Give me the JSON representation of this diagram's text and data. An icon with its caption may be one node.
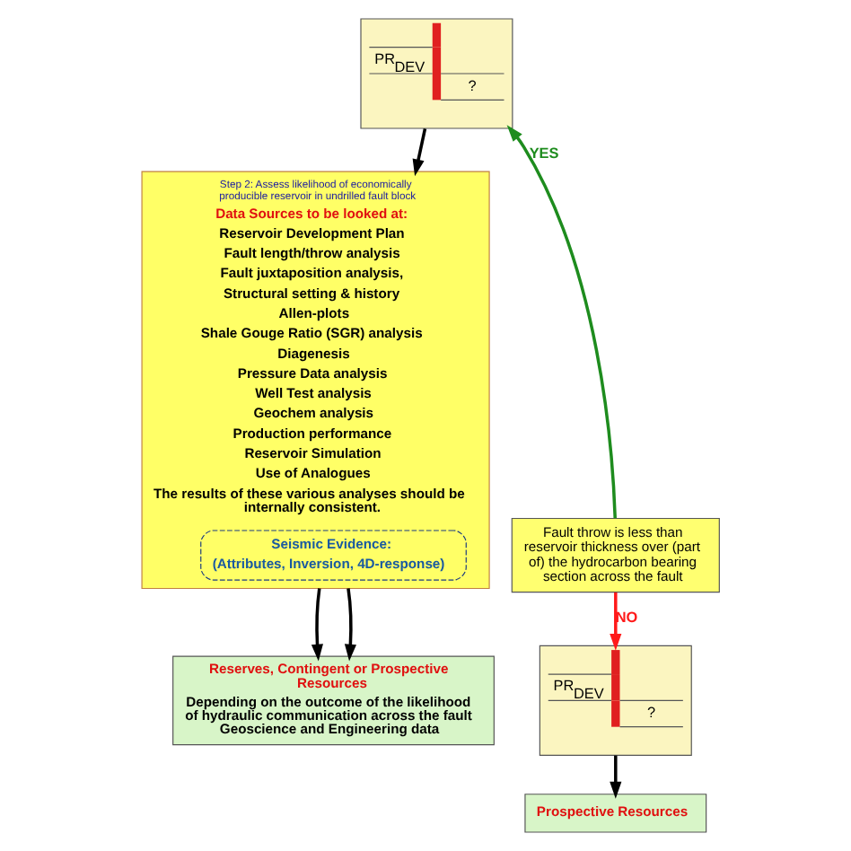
{
  "diagram": {
    "nodes": [
      {
        "text": [
          "PR$_{DEV}$",
          "?"
        ]
      },
      {
        "text": [
          "Step 2: Assess likelihood of economically producible reservoir in undrilled fault block",
          "Data Sources to be looked at:",
          "Reservoir Development Plan",
          "Fault length/throw analysis",
          "Fault juxtaposition analysis,",
          "Structural setting & history",
          "Allen-plots",
          "Shale Gouge Ratio (SGR) analysis",
          "Diagenesis",
          "Pressure Data analysis",
          "Well Test analysis",
          "Geochem analysis",
          "Production performance",
          "Reservoir Simulation",
          "Use of Analogues",
          "The results of these various analyses should be internally consistent."
        ]
      },
      {
        "text": [
          "Seismic Evidence:",
          "(Attributes, Inversion, 4D-response)"
        ],
        "in": 1
      },
      {
        "text": [
          "Fault throw is less than reservoir thickness over (part of) the hydrocarbon bearing section across the fault"
        ]
      },
      {
        "text": [
          "PR$_{DEV}$",
          "?"
        ]
      },
      {
        "text": [
          "Prospective Resources"
        ]
      },
      {
        "text": [
          "Reserves, Contingent or Prospective Resources",
          "Depending on the outcome of the likelihood of hydraulic communication across the fault Geoscience and Engineering data"
        ]
      }
    ],
    "edges": [
      {
        "from": 3,
        "to": 0,
        "arrow": "to",
        "label": "YES",
        "color": "#1e8c1e"
      },
      {
        "from": 3,
        "to": 4,
        "arrow": "to",
        "label": "NO",
        "color": "#ff1a1a"
      },
      {
        "from": 0,
        "to": 1,
        "arrow": "to"
      },
      {
        "from": 4,
        "to": 5,
        "arrow": "to"
      },
      {
        "from": 1,
        "to": 6,
        "arrow": "to"
      },
      {
        "from": 1,
        "to": 6,
        "arrow": "to"
      }
    ]
  }
}
